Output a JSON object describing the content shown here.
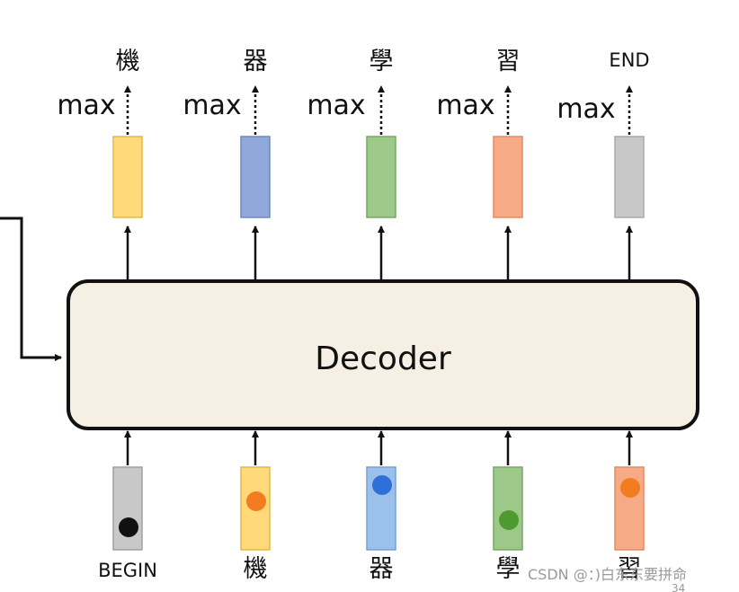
{
  "decoder": {
    "label": "Decoder"
  },
  "outputs": [
    {
      "token": "機",
      "op": "max",
      "color": "#ffd97a",
      "stroke": "#e0b94a"
    },
    {
      "token": "器",
      "op": "max",
      "color": "#90a8dc",
      "stroke": "#6f87c2"
    },
    {
      "token": "學",
      "op": "max",
      "color": "#9cc98a",
      "stroke": "#76a862"
    },
    {
      "token": "習",
      "op": "max",
      "color": "#f7aa86",
      "stroke": "#e28c62"
    },
    {
      "token": "END",
      "op": "max",
      "color": "#c8c8c8",
      "stroke": "#a8a8a8"
    }
  ],
  "inputs": [
    {
      "token": "BEGIN",
      "color": "#c8c8c8",
      "stroke": "#a0a0a0",
      "dot": "#111111"
    },
    {
      "token": "機",
      "color": "#ffd97a",
      "stroke": "#e0b94a",
      "dot": "#f47c20"
    },
    {
      "token": "器",
      "color": "#9cc0ec",
      "stroke": "#78a0d4",
      "dot": "#2f6fd8"
    },
    {
      "token": "學",
      "color": "#9cc98a",
      "stroke": "#76a862",
      "dot": "#4f9a30"
    },
    {
      "token": "習",
      "color": "#f7aa86",
      "stroke": "#e28c62",
      "dot": "#f47c20"
    }
  ],
  "watermark": {
    "text": "CSDN @：)白东东要拼命"
  },
  "page_number": "34"
}
